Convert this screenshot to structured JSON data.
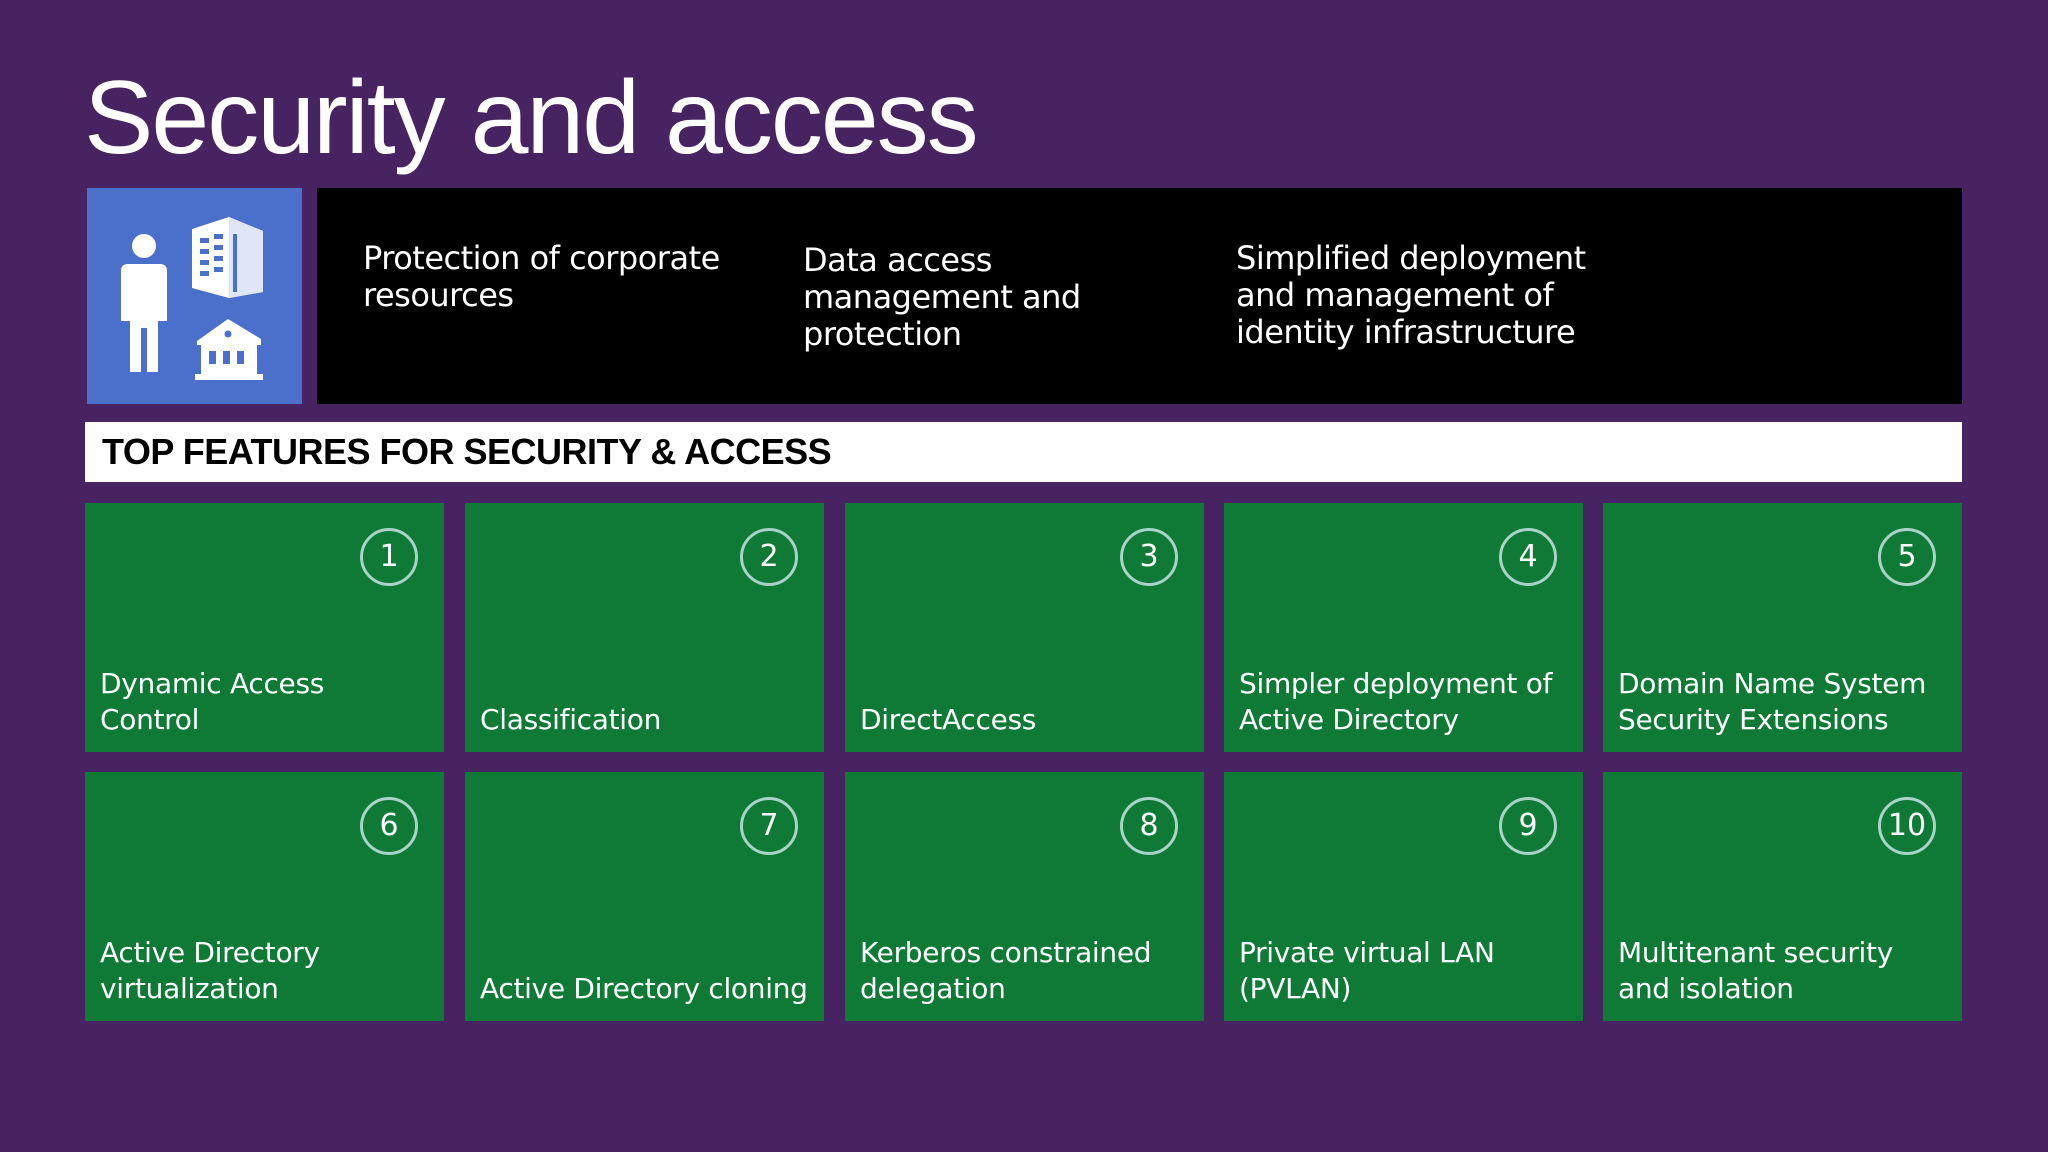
{
  "slide": {
    "title": "Security and access",
    "hero": {
      "icon": "people-and-buildings-icon",
      "items": [
        "Protection of corporate resources",
        "Data access management and protection",
        "Simplified deployment and management of identity infrastructure"
      ]
    },
    "features_heading": "TOP FEATURES FOR SECURITY & ACCESS",
    "features": [
      {
        "number": "1",
        "label": "Dynamic Access Control"
      },
      {
        "number": "2",
        "label": "Classification"
      },
      {
        "number": "3",
        "label": "DirectAccess"
      },
      {
        "number": "4",
        "label": "Simpler deployment of Active Directory"
      },
      {
        "number": "5",
        "label": "Domain Name System Security Extensions"
      },
      {
        "number": "6",
        "label": "Active Directory virtualization"
      },
      {
        "number": "7",
        "label": "Active Directory cloning"
      },
      {
        "number": "8",
        "label": "Kerberos constrained delegation"
      },
      {
        "number": "9",
        "label": "Private virtual LAN (PVLAN)"
      },
      {
        "number": "10",
        "label": "Multitenant security and isolation"
      }
    ],
    "colors": {
      "background": "#472361",
      "hero_icon_background": "#4a70cc",
      "hero_band": "#000000",
      "tile": "#0e7a35",
      "number_ring": "#a9d2c8"
    }
  }
}
